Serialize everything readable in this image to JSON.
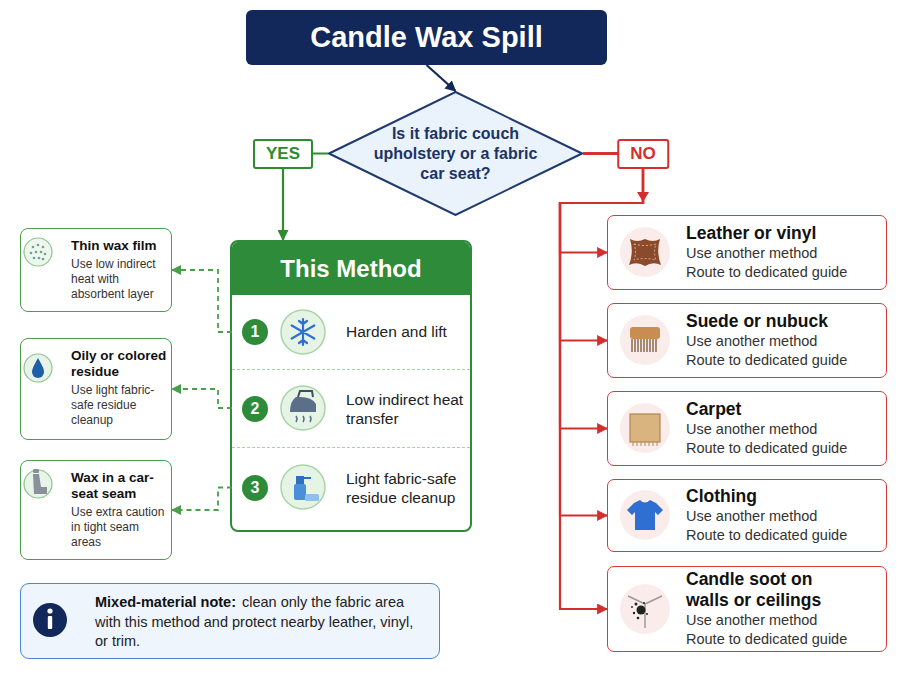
{
  "diagram": {
    "nodes": [
      {
        "text": [
          "Candle Wax Spill"
        ]
      },
      {
        "text": [
          "Is it fabric couch upholstery or a fabric car seat?"
        ]
      },
      {
        "text": [
          "This Method"
        ]
      },
      {
        "text": [
          "1",
          "Harden and lift"
        ],
        "in": 2
      },
      {
        "text": [
          "2",
          "Low indirect heat transfer"
        ],
        "in": 2
      },
      {
        "text": [
          "3",
          "Light fabric-safe residue cleanup"
        ],
        "in": 2
      },
      {
        "text": [
          "Thin wax film",
          "Use low indirect heat with absorbent layer"
        ]
      },
      {
        "text": [
          "Oily or colored residue",
          "Use light fabric-safe residue cleanup"
        ]
      },
      {
        "text": [
          "Wax in a car-seat seam",
          "Use extra caution in tight seam areas"
        ]
      },
      {
        "text": [
          "Leather or vinyl",
          "Use another method",
          "Route to dedicated guide"
        ]
      },
      {
        "text": [
          "Suede or nubuck",
          "Use another method",
          "Route to dedicated guide"
        ]
      },
      {
        "text": [
          "Carpet",
          "Use another method",
          "Route to dedicated guide"
        ]
      },
      {
        "text": [
          "Clothing",
          "Use another method",
          "Route to dedicated guide"
        ]
      },
      {
        "text": [
          "Candle soot on walls or ceilings",
          "Use another method",
          "Route to dedicated guide"
        ]
      },
      {
        "text": [
          "Mixed-material note:",
          "clean only the fabric area with this method and protect nearby leather, vinyl, or trim."
        ]
      }
    ],
    "edges": [
      {
        "from": 0,
        "to": 1,
        "arrow": "to"
      },
      {
        "from": 1,
        "to": 2,
        "label": "YES",
        "arrow": "to"
      },
      {
        "from": 1,
        "to": 9,
        "label": "NO",
        "arrow": "to"
      },
      {
        "from": 1,
        "to": 10,
        "arrow": "to"
      },
      {
        "from": 1,
        "to": 11,
        "arrow": "to"
      },
      {
        "from": 1,
        "to": 12,
        "arrow": "to"
      },
      {
        "from": 1,
        "to": 13,
        "arrow": "to"
      },
      {
        "from": 3,
        "to": 6,
        "arrow": "to"
      },
      {
        "from": 4,
        "to": 7,
        "arrow": "to"
      },
      {
        "from": 5,
        "to": 8,
        "arrow": "to"
      }
    ]
  }
}
